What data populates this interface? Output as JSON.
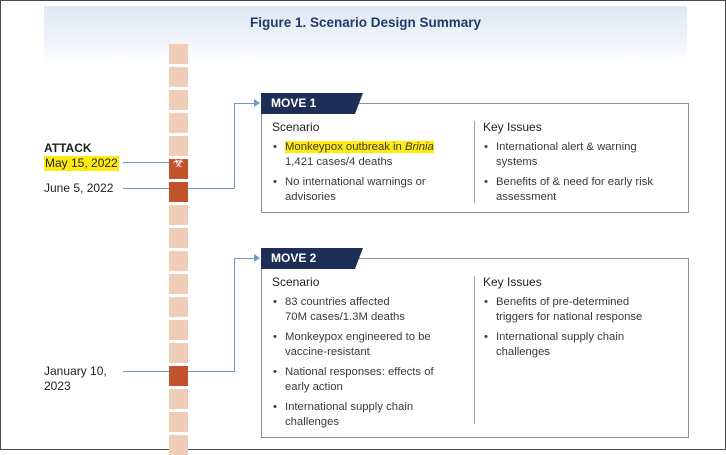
{
  "figure": {
    "title": "Figure 1. Scenario Design Summary"
  },
  "timeline": {
    "attack_label": "ATTACK",
    "attack_date": "May 15, 2022",
    "move1_date": "June 5, 2022",
    "move2_date": "January 10, 2023",
    "hazard_icon": "biohazard-icon",
    "colors": {
      "segment": "#f0cdb6",
      "marker": "#c2522c",
      "connector": "#6a9cc6"
    }
  },
  "move1": {
    "tab": "MOVE 1",
    "scenario_heading": "Scenario",
    "issues_heading": "Key Issues",
    "scenario": {
      "item1_highlight": "Monkeypox outbreak in ",
      "item1_italic": "Brinia",
      "item1_line2": "1,421 cases/4 deaths",
      "item2": "No international warnings or advisories"
    },
    "issues": [
      "International alert & warning systems",
      "Benefits of & need for early risk assessment"
    ]
  },
  "move2": {
    "tab": "MOVE 2",
    "scenario_heading": "Scenario",
    "issues_heading": "Key Issues",
    "scenario": [
      {
        "line1": "83 countries affected",
        "line2": "70M cases/1.3M deaths"
      },
      {
        "line1": "Monkeypox engineered to be vaccine-resistant"
      },
      {
        "line1": "National responses: effects of early action"
      },
      {
        "line1": "International supply chain challenges"
      }
    ],
    "issues": [
      "Benefits of pre-determined triggers for national response",
      "International supply chain challenges"
    ]
  },
  "colors": {
    "tab_bg": "#1e2f57",
    "title": "#223a6a",
    "highlight": "#ffeb0f"
  }
}
